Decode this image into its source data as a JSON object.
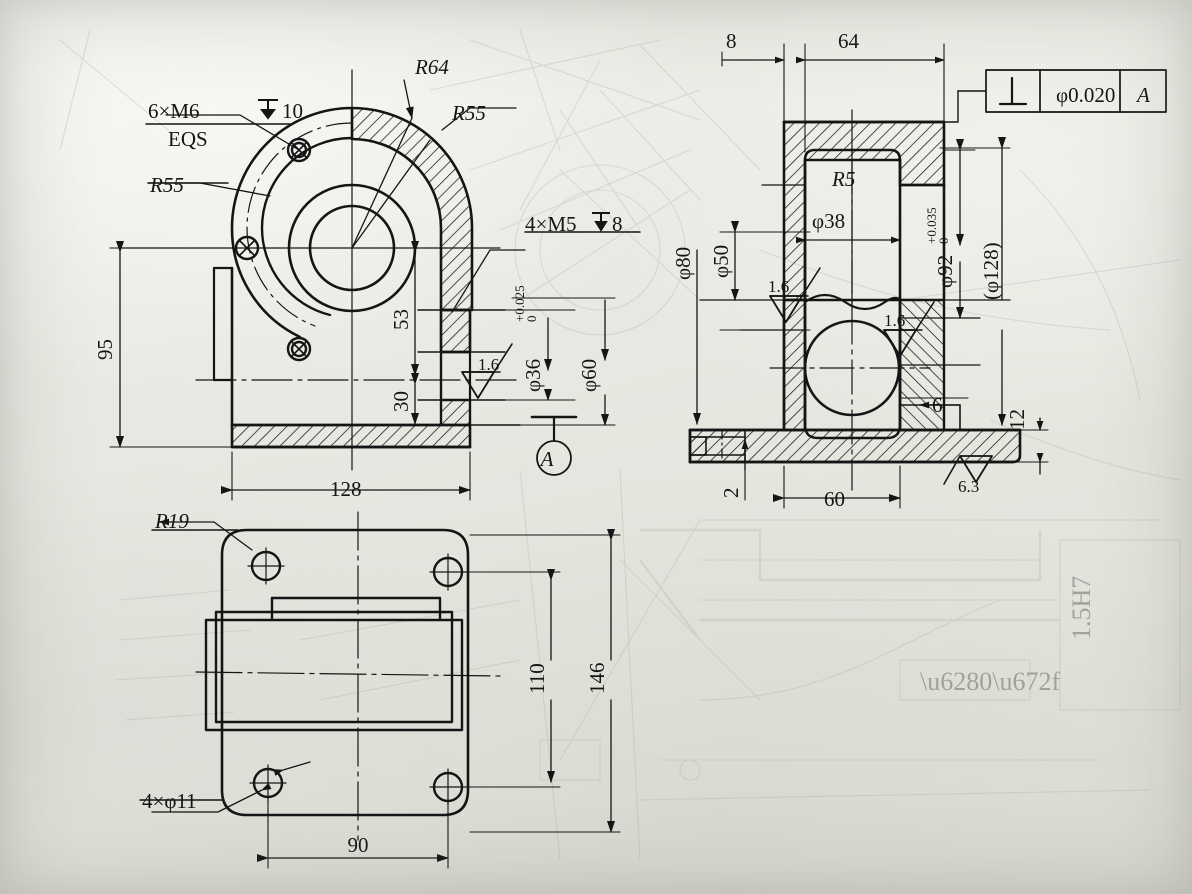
{
  "document": {
    "type": "engineering-drawing",
    "subject": "bearing bracket / pump housing",
    "medium": "printed textbook page photograph",
    "paper_color": "#e9e9e4",
    "ink_color": "#151515",
    "ghost_color": "#b9b9b4"
  },
  "views": {
    "front": {
      "name": "front-section-view",
      "labels_count": 11
    },
    "right": {
      "name": "right-section-view",
      "labels_count": 14
    },
    "bottom": {
      "name": "bottom-view",
      "labels_count": 6
    }
  },
  "front_view": {
    "callout_thread_main": "6×M6",
    "callout_thread_main_depth": "10",
    "callout_thread_main_note": "EQS",
    "callout_depth_symbol": "depth-arrow-icon",
    "radius_outer": "R64",
    "radius_inner": "R55",
    "radius_bolt_circle": "R55",
    "callout_thread_small": "4×M5",
    "callout_thread_small_depth": "8",
    "dim_height_total": "95",
    "dim_center_height": "53",
    "dim_lower": "30",
    "dim_width": "128",
    "dim_bore_tol": "φ36",
    "dim_bore_tol_upper": "+0.025",
    "dim_bore_tol_lower": "0",
    "dim_flange": "φ60",
    "roughness_1": "1.6",
    "section_marker": "A"
  },
  "right_view": {
    "dim_left_step": "8",
    "dim_top_width": "64",
    "radius_pocket": "R5",
    "dim_pocket_width": "φ38",
    "dim_outer_left": "φ80",
    "dim_inner_left": "φ50",
    "dim_bore_tol": "φ92",
    "dim_bore_tol_upper": "+0.035",
    "dim_bore_tol_lower": "0",
    "dim_reference": "(φ128)",
    "dim_base_offset": "6",
    "dim_base_thickness": "12",
    "dim_base_lip": "2",
    "dim_base_width": "60",
    "roughness_upper": "1.6",
    "roughness_right": "1.6",
    "roughness_base": "6.3"
  },
  "tolerance_frame": {
    "symbol": "perpendicularity-icon",
    "value": "φ0.020",
    "datum": "A"
  },
  "bottom_view": {
    "radius_corner": "R19",
    "hole_callout": "4×φ11",
    "dim_hole_spacing_v": "110",
    "dim_total_length": "146",
    "dim_hole_spacing_h": "90"
  }
}
